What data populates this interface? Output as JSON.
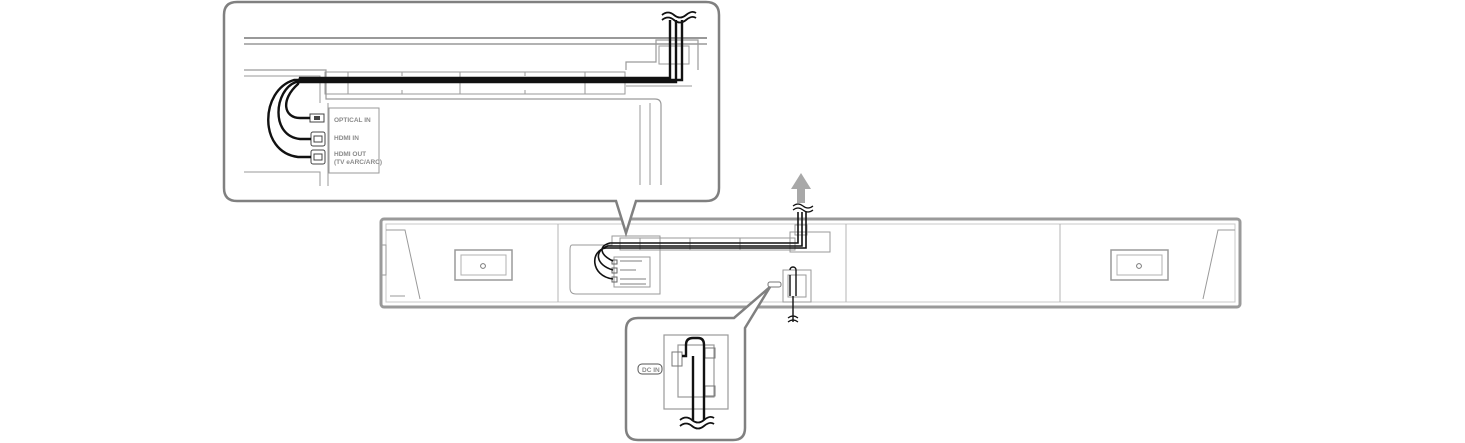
{
  "ports": {
    "optical_in": "OPTICAL IN",
    "hdmi_in": "HDMI IN",
    "hdmi_out_line1": "HDMI OUT",
    "hdmi_out_line2": "(TV eARC/ARC)",
    "dc_in": "DC IN"
  },
  "colors": {
    "outline": "#9a9a9a",
    "cable": "#111111",
    "text": "#8a8a8a",
    "arrow": "#a8a8a8"
  }
}
